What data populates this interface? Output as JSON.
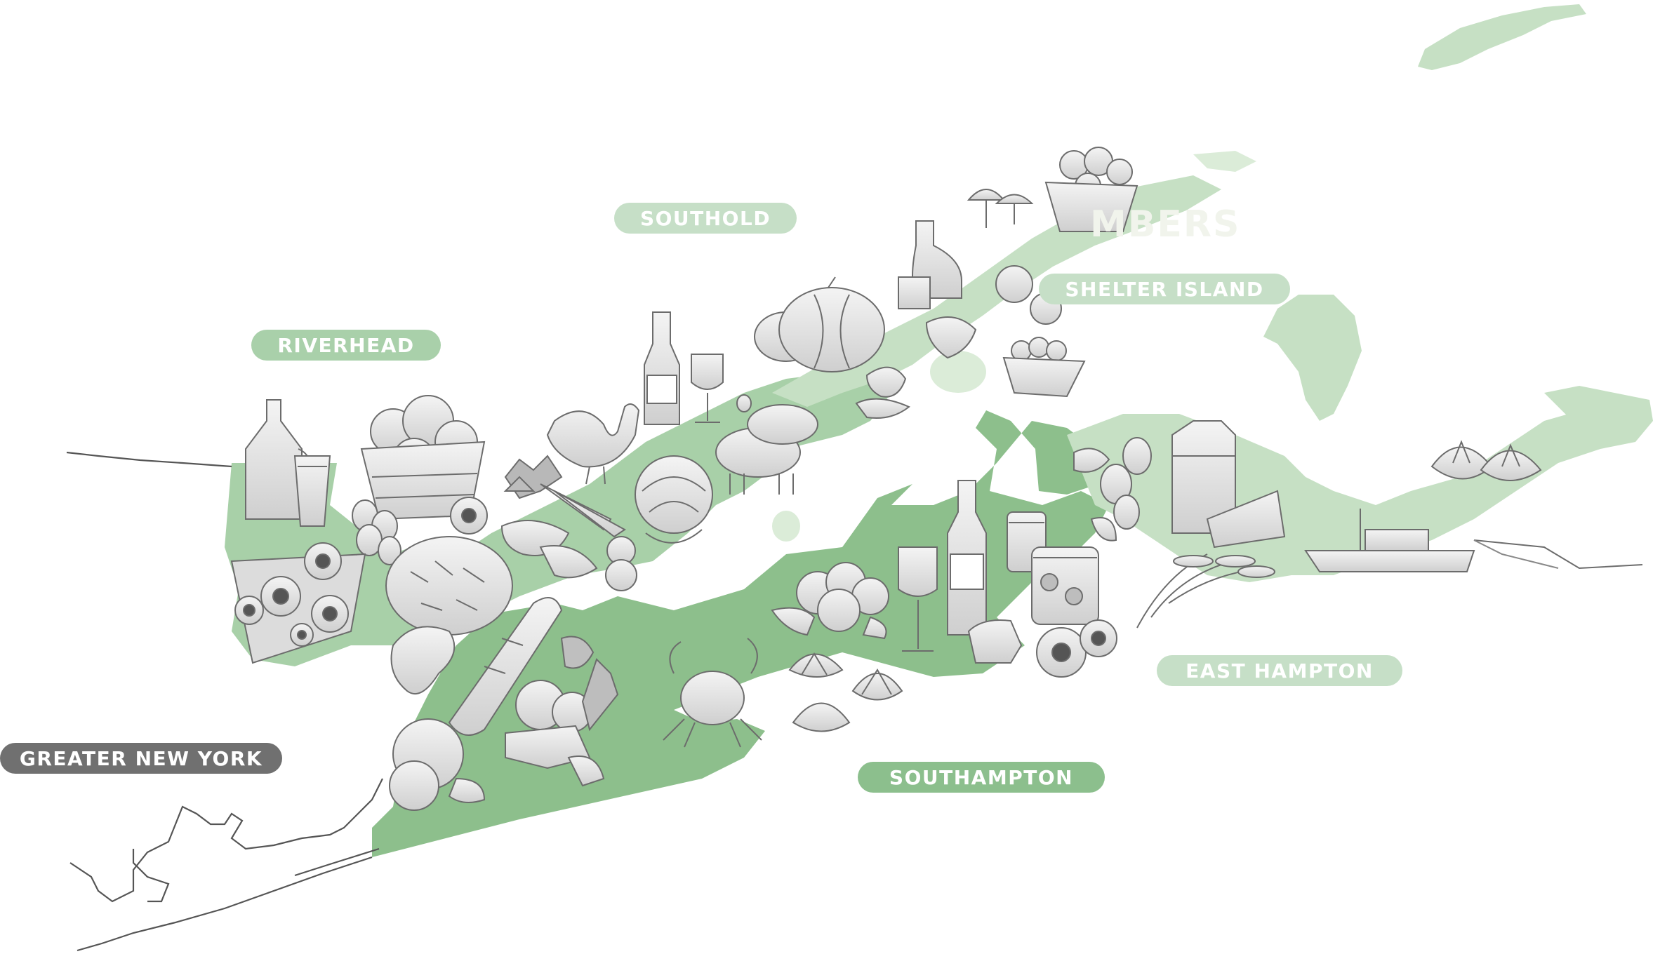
{
  "map": {
    "colors": {
      "land_strong": "#8dbf8c",
      "land_mid": "#a8d0a8",
      "land_light": "#c6e0c4",
      "land_faint": "#dbecd8",
      "pill_gray": "#707070",
      "pill_text": "#ffffff",
      "line": "#555555",
      "food_fill": "#e6e6e6",
      "food_stroke": "#6c6c6c"
    },
    "regions": [
      {
        "id": "riverhead",
        "label": "RIVERHEAD"
      },
      {
        "id": "southold",
        "label": "SOUTHOLD"
      },
      {
        "id": "shelter-island",
        "label": "SHELTER ISLAND"
      },
      {
        "id": "greater-new-york",
        "label": "GREATER NEW YORK"
      },
      {
        "id": "southampton",
        "label": "SOUTHAMPTON"
      },
      {
        "id": "east-hampton",
        "label": "EAST HAMPTON"
      }
    ],
    "faded_label": "MBERS",
    "illustrations": [
      "cider-jug-icon",
      "beer-glass-icon",
      "apple-basket-icon",
      "eggs-icon",
      "sunflower-bouquet-icon",
      "bread-loaf-icon",
      "baguette-icon",
      "croissant-icon",
      "peaches-icon",
      "wine-bottle-icon",
      "wine-glass-icon",
      "chicken-icon",
      "herbs-icon",
      "carrots-icon",
      "cabbage-icon",
      "spinach-icon",
      "beets-icon",
      "sheep-icon",
      "pumpkin-icon",
      "oyster-icon",
      "whiskey-bottle-icon",
      "mushroom-icon",
      "strawberry-basket-icon",
      "flowers-icon",
      "cauliflower-icon",
      "crab-icon",
      "clam-icon",
      "vegetables-icon",
      "jam-jar-icon",
      "pickle-jar-icon",
      "cheese-icon",
      "hops-icon",
      "milk-carton-icon",
      "wheat-icon",
      "scallop-icon",
      "fishing-boat-icon",
      "berry-basket-icon"
    ]
  }
}
